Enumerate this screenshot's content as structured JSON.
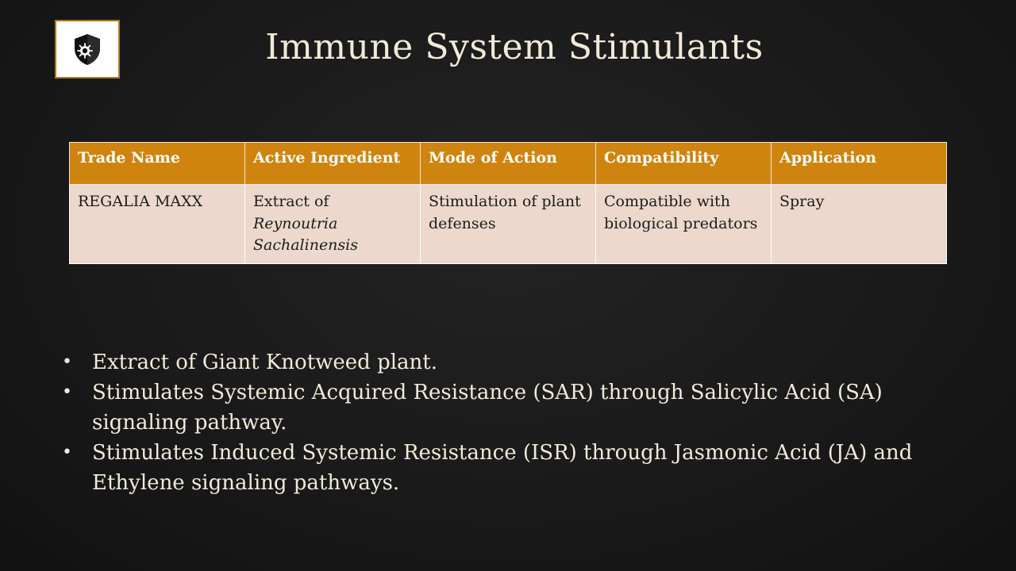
{
  "slide": {
    "title": "Immune System Stimulants",
    "logo_icon": "shield-virus-icon"
  },
  "table": {
    "headers": [
      "Trade Name",
      "Active Ingredient",
      "Mode of Action",
      "Compatibility",
      "Application"
    ],
    "row": {
      "trade_name": "REGALIA MAXX",
      "ingredient_prefix": "Extract of",
      "ingredient_scientific": "Reynoutria Sachalinensis",
      "mode_of_action": "Stimulation of plant defenses",
      "compatibility": "Compatible with biological predators",
      "application": "Spray"
    }
  },
  "bullets": [
    "Extract of Giant Knotweed plant.",
    "Stimulates Systemic Acquired Resistance (SAR) through Salicylic Acid (SA) signaling pathway.",
    "Stimulates Induced Systemic Resistance (ISR) through Jasmonic Acid (JA) and Ethylene signaling pathways."
  ],
  "colors": {
    "header_bg": "#cf840f",
    "row_bg": "#ecd8cd",
    "title_text": "#f1ead9",
    "logo_border": "#b07a1a"
  }
}
